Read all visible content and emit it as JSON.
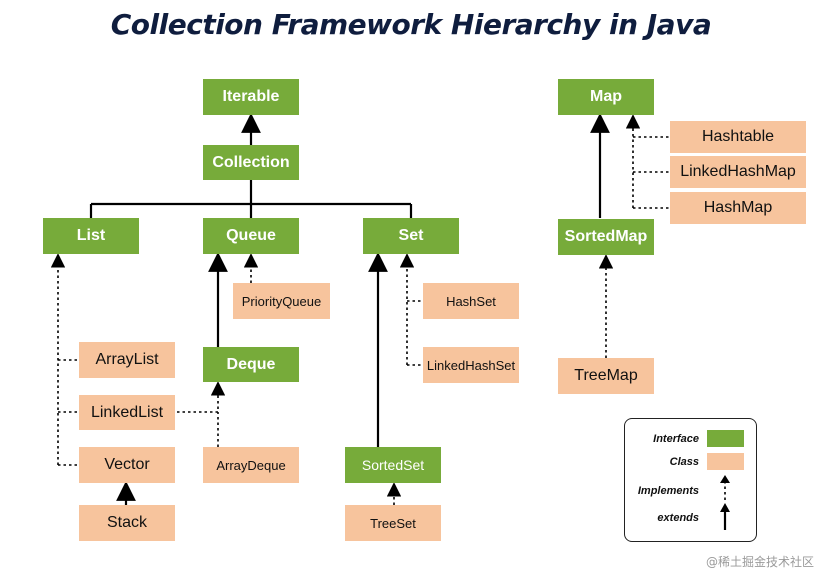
{
  "title": "Collection Framework Hierarchy in Java",
  "nodes": {
    "iterable": "Iterable",
    "collection": "Collection",
    "list": "List",
    "queue": "Queue",
    "set": "Set",
    "priority_queue": "PriorityQueue",
    "deque": "Deque",
    "array_deque": "ArrayDeque",
    "array_list": "ArrayList",
    "linked_list": "LinkedList",
    "vector": "Vector",
    "stack": "Stack",
    "hash_set": "HashSet",
    "linked_hash_set": "LinkedHashSet",
    "sorted_set": "SortedSet",
    "tree_set": "TreeSet",
    "map": "Map",
    "hashtable": "Hashtable",
    "linked_hash_map": "LinkedHashMap",
    "hash_map": "HashMap",
    "sorted_map": "SortedMap",
    "tree_map": "TreeMap"
  },
  "legend": {
    "interface": "Interface",
    "class": "Class",
    "implements": "Implements",
    "extends": "extends"
  },
  "colors": {
    "interface": "#77ab3a",
    "class": "#f7c49d",
    "title": "#0f1d3e"
  },
  "watermark": "@稀土掘金技术社区"
}
